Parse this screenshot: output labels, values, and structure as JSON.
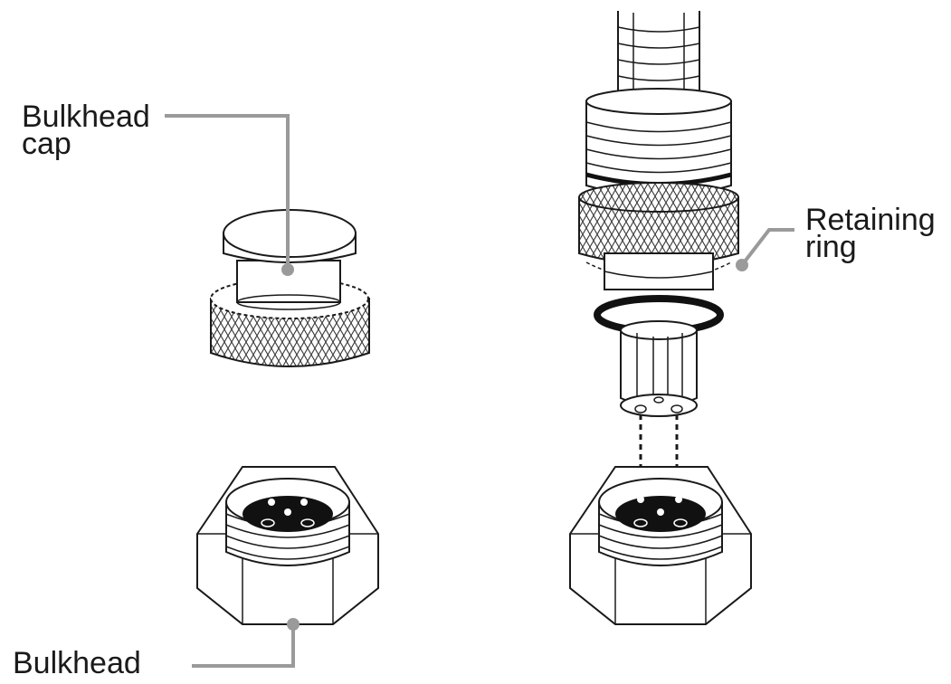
{
  "labels": {
    "bulkhead_cap_line1": "Bulkhead",
    "bulkhead_cap_line2": "cap",
    "retaining_ring_line1": "Retaining",
    "retaining_ring_line2": "ring",
    "bulkhead": "Bulkhead"
  },
  "colors": {
    "outline": "#1a1a1a",
    "leader": "#9a9a9a",
    "background": "#ffffff"
  }
}
